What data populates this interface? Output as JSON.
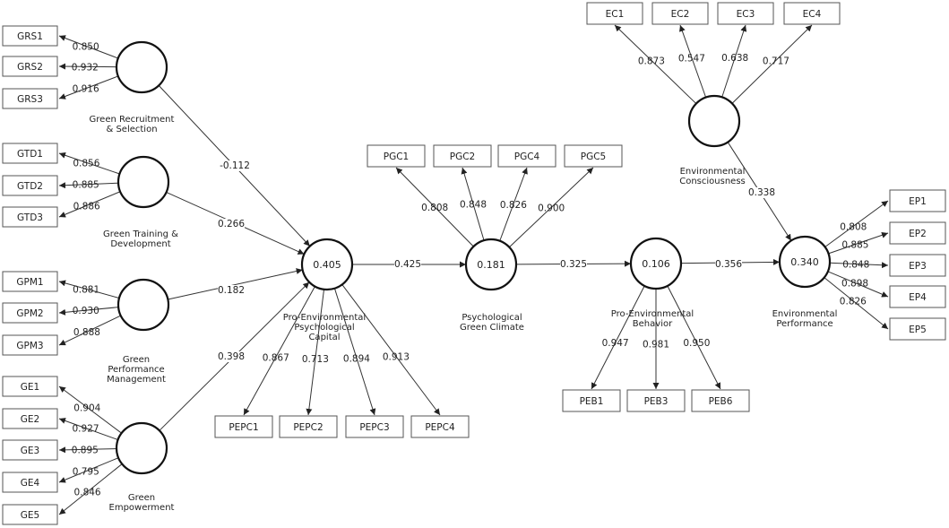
{
  "colors": {
    "line": "#333333",
    "circle_stroke": "#111111",
    "box_stroke": "#555555",
    "text": "#222222",
    "background": "#ffffff"
  },
  "latents": [
    {
      "id": "GRS",
      "name": [
        "Green Recruitment",
        "& Selection"
      ],
      "r2": ""
    },
    {
      "id": "GTD",
      "name": [
        "Green Training &",
        "Development"
      ],
      "r2": ""
    },
    {
      "id": "GPM",
      "name": [
        "Green",
        "Performance",
        "Management"
      ],
      "r2": ""
    },
    {
      "id": "GE",
      "name": [
        "Green",
        "Empowerment"
      ],
      "r2": ""
    },
    {
      "id": "PEPC",
      "name": [
        "Pro-Environmental",
        "Psychological",
        "Capital"
      ],
      "r2": "0.405"
    },
    {
      "id": "PGCL",
      "name": [
        "Psychological",
        "Green Climate"
      ],
      "r2": "0.181"
    },
    {
      "id": "PEBL",
      "name": [
        "Pro-Environmental",
        "Behavior"
      ],
      "r2": "0.106"
    },
    {
      "id": "ECL",
      "name": [
        "Environmental",
        "Consciousness"
      ],
      "r2": ""
    },
    {
      "id": "EPL",
      "name": [
        "Environmental",
        "Performance"
      ],
      "r2": "0.340"
    }
  ],
  "indicators": [
    {
      "id": "GRS1",
      "label": "GRS1",
      "latent": "GRS",
      "loading": "0.850"
    },
    {
      "id": "GRS2",
      "label": "GRS2",
      "latent": "GRS",
      "loading": "0.932"
    },
    {
      "id": "GRS3",
      "label": "GRS3",
      "latent": "GRS",
      "loading": "0.916"
    },
    {
      "id": "GTD1",
      "label": "GTD1",
      "latent": "GTD",
      "loading": "0.856"
    },
    {
      "id": "GTD2",
      "label": "GTD2",
      "latent": "GTD",
      "loading": "0.885"
    },
    {
      "id": "GTD3",
      "label": "GTD3",
      "latent": "GTD",
      "loading": "0.886"
    },
    {
      "id": "GPM1",
      "label": "GPM1",
      "latent": "GPM",
      "loading": "0.881"
    },
    {
      "id": "GPM2",
      "label": "GPM2",
      "latent": "GPM",
      "loading": "0.930"
    },
    {
      "id": "GPM3",
      "label": "GPM3",
      "latent": "GPM",
      "loading": "0.888"
    },
    {
      "id": "GE1",
      "label": "GE1",
      "latent": "GE",
      "loading": "0.904"
    },
    {
      "id": "GE2",
      "label": "GE2",
      "latent": "GE",
      "loading": "0.927"
    },
    {
      "id": "GE3",
      "label": "GE3",
      "latent": "GE",
      "loading": "0.895"
    },
    {
      "id": "GE4",
      "label": "GE4",
      "latent": "GE",
      "loading": "0.795"
    },
    {
      "id": "GE5",
      "label": "GE5",
      "latent": "GE",
      "loading": "0.846"
    },
    {
      "id": "PEPC1",
      "label": "PEPC1",
      "latent": "PEPC",
      "loading": "0.867"
    },
    {
      "id": "PEPC2",
      "label": "PEPC2",
      "latent": "PEPC",
      "loading": "0.713"
    },
    {
      "id": "PEPC3",
      "label": "PEPC3",
      "latent": "PEPC",
      "loading": "0.894"
    },
    {
      "id": "PEPC4",
      "label": "PEPC4",
      "latent": "PEPC",
      "loading": "0.913"
    },
    {
      "id": "PGC1",
      "label": "PGC1",
      "latent": "PGCL",
      "loading": "0.808"
    },
    {
      "id": "PGC2",
      "label": "PGC2",
      "latent": "PGCL",
      "loading": "0.848"
    },
    {
      "id": "PGC4",
      "label": "PGC4",
      "latent": "PGCL",
      "loading": "0.826"
    },
    {
      "id": "PGC5",
      "label": "PGC5",
      "latent": "PGCL",
      "loading": "0.900"
    },
    {
      "id": "PEB1",
      "label": "PEB1",
      "latent": "PEBL",
      "loading": "0.947"
    },
    {
      "id": "PEB3",
      "label": "PEB3",
      "latent": "PEBL",
      "loading": "0.981"
    },
    {
      "id": "PEB6",
      "label": "PEB6",
      "latent": "PEBL",
      "loading": "0.950"
    },
    {
      "id": "EC1",
      "label": "EC1",
      "latent": "ECL",
      "loading": "0.873"
    },
    {
      "id": "EC2",
      "label": "EC2",
      "latent": "ECL",
      "loading": "0.547"
    },
    {
      "id": "EC3",
      "label": "EC3",
      "latent": "ECL",
      "loading": "0.638"
    },
    {
      "id": "EC4",
      "label": "EC4",
      "latent": "ECL",
      "loading": "0.717"
    },
    {
      "id": "EP1",
      "label": "EP1",
      "latent": "EPL",
      "loading": "0.808"
    },
    {
      "id": "EP2",
      "label": "EP2",
      "latent": "EPL",
      "loading": "0.885"
    },
    {
      "id": "EP3",
      "label": "EP3",
      "latent": "EPL",
      "loading": "0.848"
    },
    {
      "id": "EP4",
      "label": "EP4",
      "latent": "EPL",
      "loading": "0.898"
    },
    {
      "id": "EP5",
      "label": "EP5",
      "latent": "EPL",
      "loading": "0.826"
    }
  ],
  "paths": [
    {
      "from": "GRS",
      "to": "PEPC",
      "coef": "-0.112"
    },
    {
      "from": "GTD",
      "to": "PEPC",
      "coef": "0.266"
    },
    {
      "from": "GPM",
      "to": "PEPC",
      "coef": "0.182"
    },
    {
      "from": "GE",
      "to": "PEPC",
      "coef": "0.398"
    },
    {
      "from": "PEPC",
      "to": "PGCL",
      "coef": "0.425"
    },
    {
      "from": "PGCL",
      "to": "PEBL",
      "coef": "0.325"
    },
    {
      "from": "PEBL",
      "to": "EPL",
      "coef": "0.356"
    },
    {
      "from": "ECL",
      "to": "EPL",
      "coef": "0.338"
    }
  ]
}
